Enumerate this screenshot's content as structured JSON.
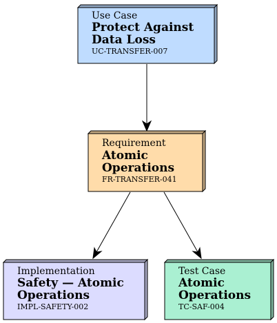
{
  "nodes": {
    "use_case": {
      "kind": "Use Case",
      "title_lines": [
        "Protect Against",
        "Data Loss"
      ],
      "code": "UC-TRANSFER-007",
      "fill": "#bfdcff"
    },
    "requirement": {
      "kind": "Requirement",
      "title_lines": [
        "Atomic",
        "Operations"
      ],
      "code": "FR-TRANSFER-041",
      "fill": "#ffdcaa"
    },
    "implementation": {
      "kind": "Implementation",
      "title_lines": [
        "Safety — Atomic",
        "Operations"
      ],
      "code": "IMPL-SAFETY-002",
      "fill": "#dcdcff"
    },
    "test_case": {
      "kind": "Test Case",
      "title_lines": [
        "Atomic",
        "Operations"
      ],
      "code": "TC-SAF-004",
      "fill": "#aaf0d2"
    }
  },
  "edges": [
    {
      "from": "use_case",
      "to": "requirement"
    },
    {
      "from": "requirement",
      "to": "implementation"
    },
    {
      "from": "requirement",
      "to": "test_case"
    }
  ]
}
